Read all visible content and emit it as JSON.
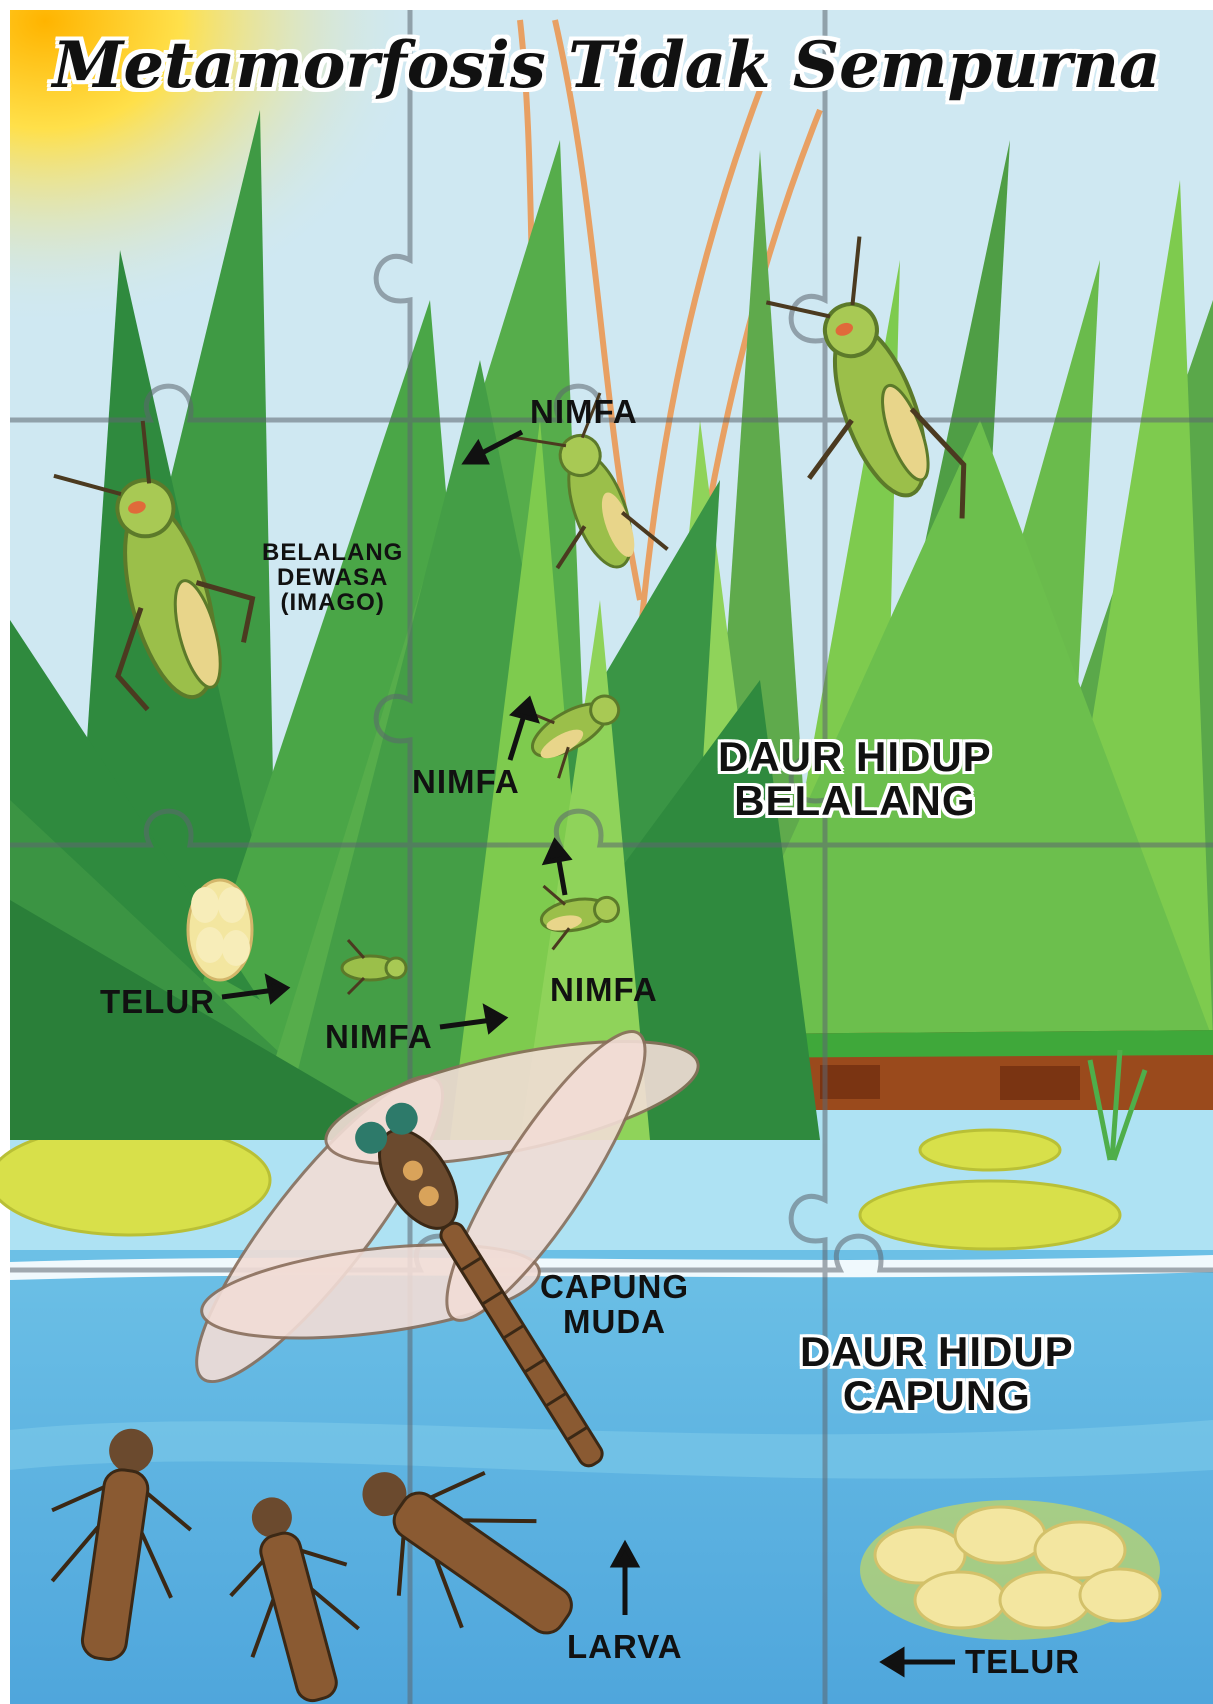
{
  "title": "Metamorfosis Tidak Sempurna",
  "grasshopper_cycle": {
    "heading_line1": "DAUR HIDUP",
    "heading_line2": "BELALANG",
    "egg_label": "TELUR",
    "nymph_label_1": "NIMFA",
    "nymph_label_2": "NIMFA",
    "nymph_label_3": "NIMFA",
    "nymph_label_4": "NIMFA",
    "adult_label_line1": "BELALANG",
    "adult_label_line2": "DEWASA",
    "adult_label_line3": "(IMAGO)"
  },
  "dragonfly_cycle": {
    "heading_line1": "DAUR HIDUP",
    "heading_line2": "CAPUNG",
    "egg_label": "TELUR",
    "larva_label": "LARVA",
    "young_label_line1": "CAPUNG",
    "young_label_line2": "MUDA"
  },
  "colors": {
    "sky": "#cfe8f2",
    "sun": "#ffd21a",
    "grass_dark": "#2f8a3e",
    "grass_mid": "#4fae4a",
    "grass_light": "#7ecb4e",
    "soil": "#9a4a1c",
    "water_light": "#aee2f3",
    "water_deep": "#5fb3e2",
    "lily_pad": "#d8e04a",
    "egg": "#f3e6a0",
    "grasshopper": "#9bbf4a",
    "dragonfly_body": "#6b4a2e",
    "wing": "#f2ddd6"
  }
}
